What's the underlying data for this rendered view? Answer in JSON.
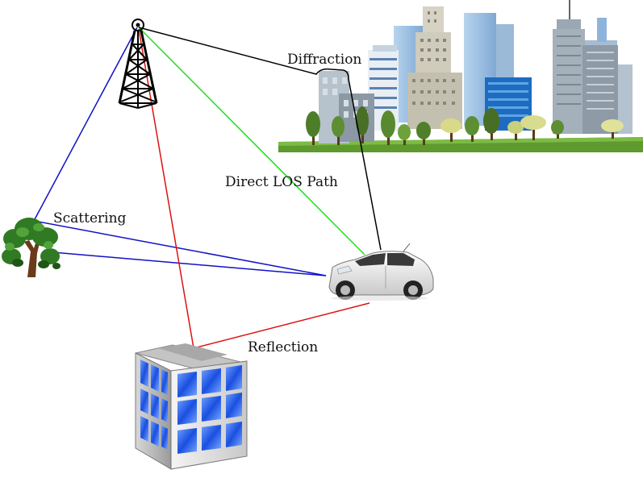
{
  "labels": {
    "diffraction": "Diffraction",
    "direct_los": "Direct LOS Path",
    "scattering": "Scattering",
    "reflection": "Reflection"
  },
  "colors": {
    "direct_los": "#22dd22",
    "scattering": "#1010c8",
    "reflection": "#dd1111",
    "diffraction": "#000000"
  },
  "icons": {
    "tower": "cell-tower-icon",
    "tree": "tree-icon",
    "car": "car-icon",
    "building": "office-building-icon",
    "city": "city-skyline-icon"
  }
}
